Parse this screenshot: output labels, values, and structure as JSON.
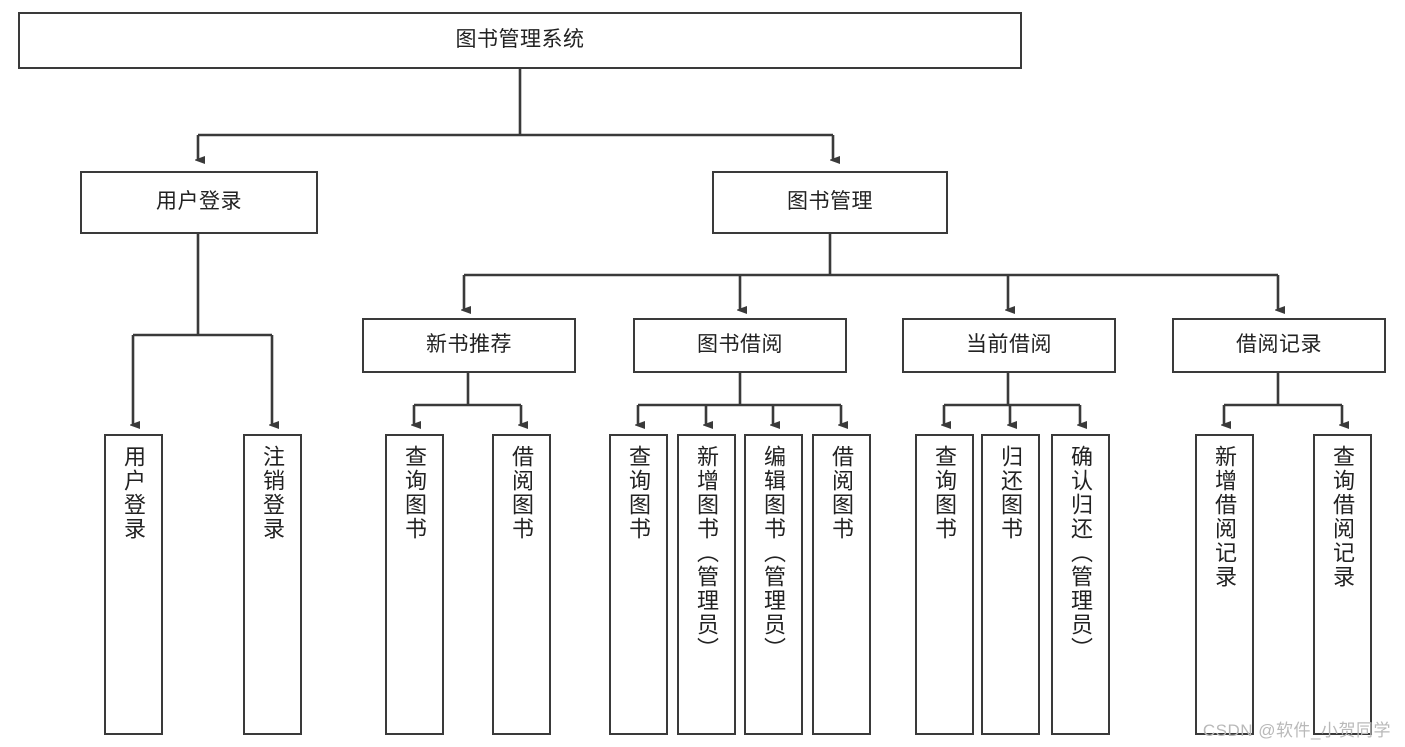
{
  "diagram": {
    "type": "tree",
    "title": "图书管理系统",
    "root": {
      "id": "root",
      "label": "图书管理系统"
    },
    "level1": [
      {
        "id": "user-login",
        "label": "用户登录"
      },
      {
        "id": "book-manage",
        "label": "图书管理"
      }
    ],
    "level2": [
      {
        "id": "new-book-recommend",
        "label": "新书推荐",
        "parent": "book-manage"
      },
      {
        "id": "book-borrow",
        "label": "图书借阅",
        "parent": "book-manage"
      },
      {
        "id": "current-borrow",
        "label": "当前借阅",
        "parent": "book-manage"
      },
      {
        "id": "borrow-record",
        "label": "借阅记录",
        "parent": "book-manage"
      }
    ],
    "leaves": [
      {
        "id": "leaf-user-login",
        "label": "用户登录",
        "parent": "user-login"
      },
      {
        "id": "leaf-logout-login",
        "label": "注销登录",
        "parent": "user-login"
      },
      {
        "id": "leaf-query-book-1",
        "label": "查询图书",
        "parent": "new-book-recommend"
      },
      {
        "id": "leaf-borrow-book-1",
        "label": "借阅图书",
        "parent": "new-book-recommend"
      },
      {
        "id": "leaf-query-book-2",
        "label": "查询图书",
        "parent": "book-borrow"
      },
      {
        "id": "leaf-add-book",
        "label": "新增图书（管理员）",
        "parent": "book-borrow"
      },
      {
        "id": "leaf-edit-book",
        "label": "编辑图书（管理员）",
        "parent": "book-borrow"
      },
      {
        "id": "leaf-borrow-book-2",
        "label": "借阅图书",
        "parent": "book-borrow"
      },
      {
        "id": "leaf-query-book-3",
        "label": "查询图书",
        "parent": "current-borrow"
      },
      {
        "id": "leaf-return-book",
        "label": "归还图书",
        "parent": "current-borrow"
      },
      {
        "id": "leaf-confirm-return",
        "label": "确认归还（管理员）",
        "parent": "current-borrow"
      },
      {
        "id": "leaf-add-record",
        "label": "新增借阅记录",
        "parent": "borrow-record"
      },
      {
        "id": "leaf-query-record",
        "label": "查询借阅记录",
        "parent": "borrow-record"
      }
    ],
    "colors": {
      "border": "#3a3a3a",
      "fill": "#ffffff",
      "text": "#222222",
      "connector": "#3a3a3a",
      "watermark": "#b9b9b9"
    }
  },
  "watermark": {
    "text": "CSDN @软件_小贺同学"
  }
}
